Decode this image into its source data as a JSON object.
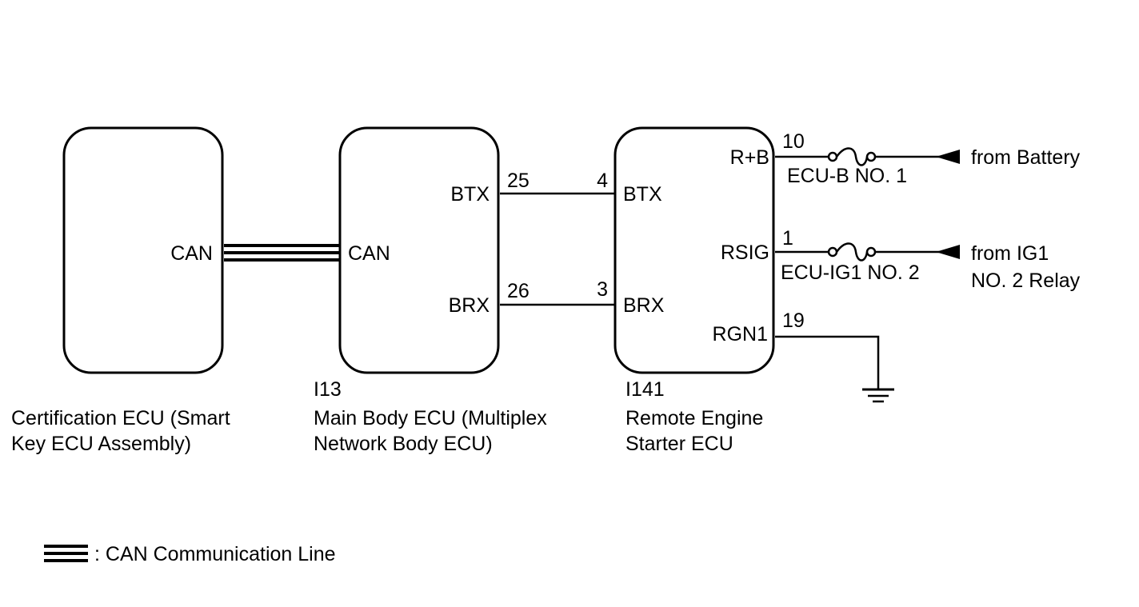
{
  "ecus": {
    "certification": {
      "port_can": "CAN",
      "name_line1": "Certification ECU (Smart",
      "name_line2": "Key ECU Assembly)"
    },
    "main_body": {
      "connector": "I13",
      "port_can": "CAN",
      "port_btx": "BTX",
      "port_brx": "BRX",
      "pin_btx": "25",
      "pin_brx": "26",
      "name_line1": "Main Body ECU (Multiplex",
      "name_line2": "Network Body ECU)"
    },
    "remote_starter": {
      "connector": "I141",
      "port_btx": "BTX",
      "port_brx": "BRX",
      "pin_btx": "4",
      "pin_brx": "3",
      "port_rb": "R+B",
      "port_rsig": "RSIG",
      "port_rgn1": "RGN1",
      "pin_rb": "10",
      "pin_rsig": "1",
      "pin_rgn1": "19",
      "name_line1": "Remote Engine",
      "name_line2": "Starter ECU"
    }
  },
  "fuses": {
    "ecu_b": "ECU-B NO. 1",
    "ecu_ig1": "ECU-IG1 NO. 2"
  },
  "sources": {
    "battery": "from Battery",
    "ig1_line1": "from IG1",
    "ig1_line2": "NO. 2 Relay"
  },
  "legend": {
    "can_line": ": CAN Communication Line"
  }
}
